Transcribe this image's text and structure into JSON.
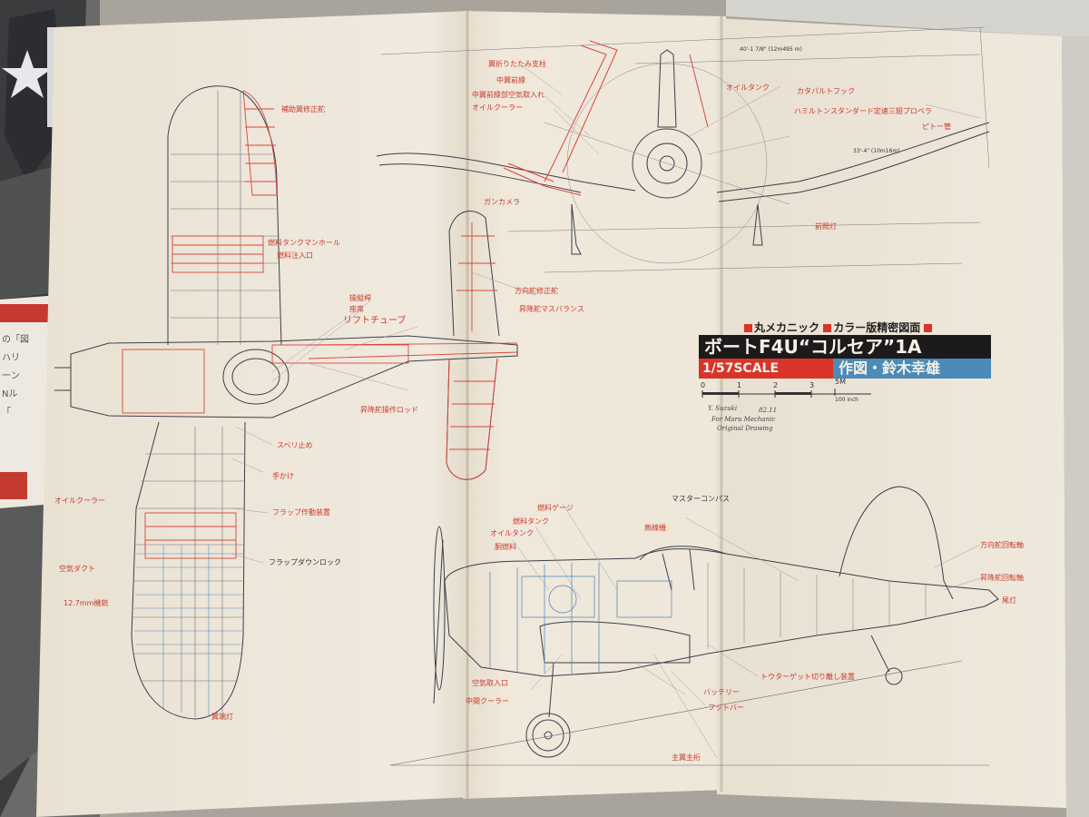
{
  "title_block": {
    "series_1": "丸メカニック",
    "series_2": "カラー版精密図面",
    "title": "ボートF4U“コルセア”1A",
    "scale": "1/57SCALE",
    "author": "作図・鈴木幸雄",
    "scale_marks": [
      "0",
      "1",
      "2",
      "3",
      "5M"
    ],
    "scale_sub": "100 inch",
    "signature": "Y. Suzuki",
    "signature_date": "82.11",
    "signature_line2": "For Maru Mechanic",
    "signature_line3": "Original Drawing"
  },
  "labels_front_view": {
    "wing_fold_hinge": "翼折りたたみ支柱",
    "center_wing_front": "中翼前縁",
    "center_wing_intake": "中翼前縁部空気取入れ",
    "oil_cooler": "オイルクーラー",
    "oil_tank": "オイルタンク",
    "catapult_hook": "カタパルトフック",
    "propeller": "ハミルトンスタンダード定速三翅プロペラ",
    "pitot": "ピトー管",
    "gun_camera": "ガンカメラ",
    "nav_light": "前照灯",
    "span_upper": "40'-1 7/8\" (12m495 m)",
    "span_lower": "33'-4\" (10m16m)"
  },
  "labels_plan_view": {
    "aileron_trim": "補助翼修正舵",
    "fuel_tank_hatch": "燃料タンクマンホール",
    "fuel_inlet": "燃料注入口",
    "control_stick": "操縦桿",
    "seat": "座席",
    "lift_tube": "リフトチューブ",
    "elevator_rod": "昇降舵操作ロッド",
    "antislip": "スベリ止め",
    "handhold": "手かけ",
    "flap_mechanism": "フラップ作動装置",
    "flap_lock": "フラップダウンロック",
    "oil_cooler_side": "オイルクーラー",
    "air_duct": "空気ダクト",
    "ammo_box": "12.7mm機銃",
    "wingtip_light": "翼端灯"
  },
  "labels_tail_view": {
    "rudder_trim": "方向舵修正舵",
    "elevator_balance": "昇降舵マスバランス"
  },
  "labels_side_view": {
    "fuel_gauge": "燃料ゲージ",
    "fuel_tank": "燃料タンク",
    "oil_tank": "オイルタンク",
    "main_tank": "胴燃料",
    "radio": "無線機",
    "master_compass": "マスターコンパス",
    "rudder_hinge": "方向舵回転軸",
    "elevator_hinge": "昇降舵回転軸",
    "tail_light": "尾灯",
    "air_intake": "空気取入口",
    "inter_cooler": "中間クーラー",
    "battery": "バッテリー",
    "foot_bar": "フットバー",
    "tow_target": "トウターゲット切り離し装置",
    "main_spar": "主翼主桁"
  },
  "left_page_snippets": [
    "の「図",
    "ハリ",
    "一ン",
    "Nル",
    "「"
  ]
}
